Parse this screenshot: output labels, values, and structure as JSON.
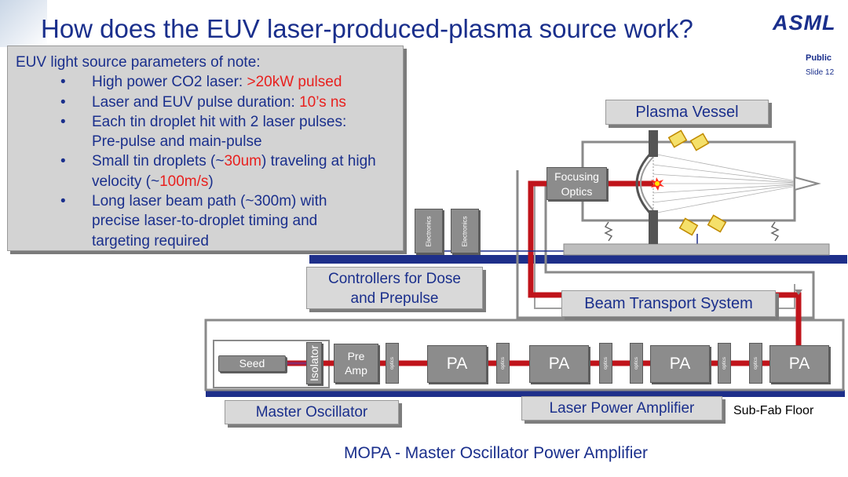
{
  "slide": {
    "title": "How does the EUV laser-produced-plasma source work?",
    "logo": "ASML",
    "classification": "Public",
    "slide_number": "Slide 12"
  },
  "params": {
    "heading": "EUV light source parameters of note:",
    "items": [
      {
        "text": "High power CO2 laser: ",
        "highlight": ">20kW pulsed",
        "after": ""
      },
      {
        "text": "Laser and EUV pulse duration: ",
        "highlight": "10’s ns",
        "after": ""
      },
      {
        "line1": "Each tin droplet hit with 2 laser pulses:",
        "line2": "Pre-pulse and main-pulse"
      },
      {
        "pre": "Small tin droplets (~",
        "hl1": "30um",
        "mid": ") traveling at high",
        "pre2": "velocity (~",
        "hl2": "100m/s",
        "post2": ")"
      },
      {
        "line1": "Long laser beam path (~300m) with",
        "line2": "precise laser-to-droplet timing and",
        "line3": "targeting required"
      }
    ]
  },
  "diagram": {
    "plasma_vessel": "Plasma Vessel",
    "focusing_optics": [
      "Focusing",
      "Optics"
    ],
    "electronics": [
      "Electronics",
      "Electronics"
    ],
    "controllers": [
      "Controllers for Dose",
      "and Prepulse"
    ],
    "beam_transport": "Beam Transport System",
    "seed": "Seed",
    "isolator": "Isolator",
    "pre_amp": [
      "Pre",
      "Amp"
    ],
    "optics_label": "optics",
    "pa_label": "PA",
    "master_oscillator": "Master Oscillator",
    "laser_power_amplifier": "Laser Power Amplifier",
    "sub_fab_floor": "Sub-Fab Floor",
    "caption": "MOPA - Master Oscillator Power Amplifier"
  },
  "colors": {
    "title_blue": "#1a2f8c",
    "highlight_red": "#e8201e",
    "laser_red": "#c0141b",
    "floor_blue": "#1e2f8a"
  }
}
